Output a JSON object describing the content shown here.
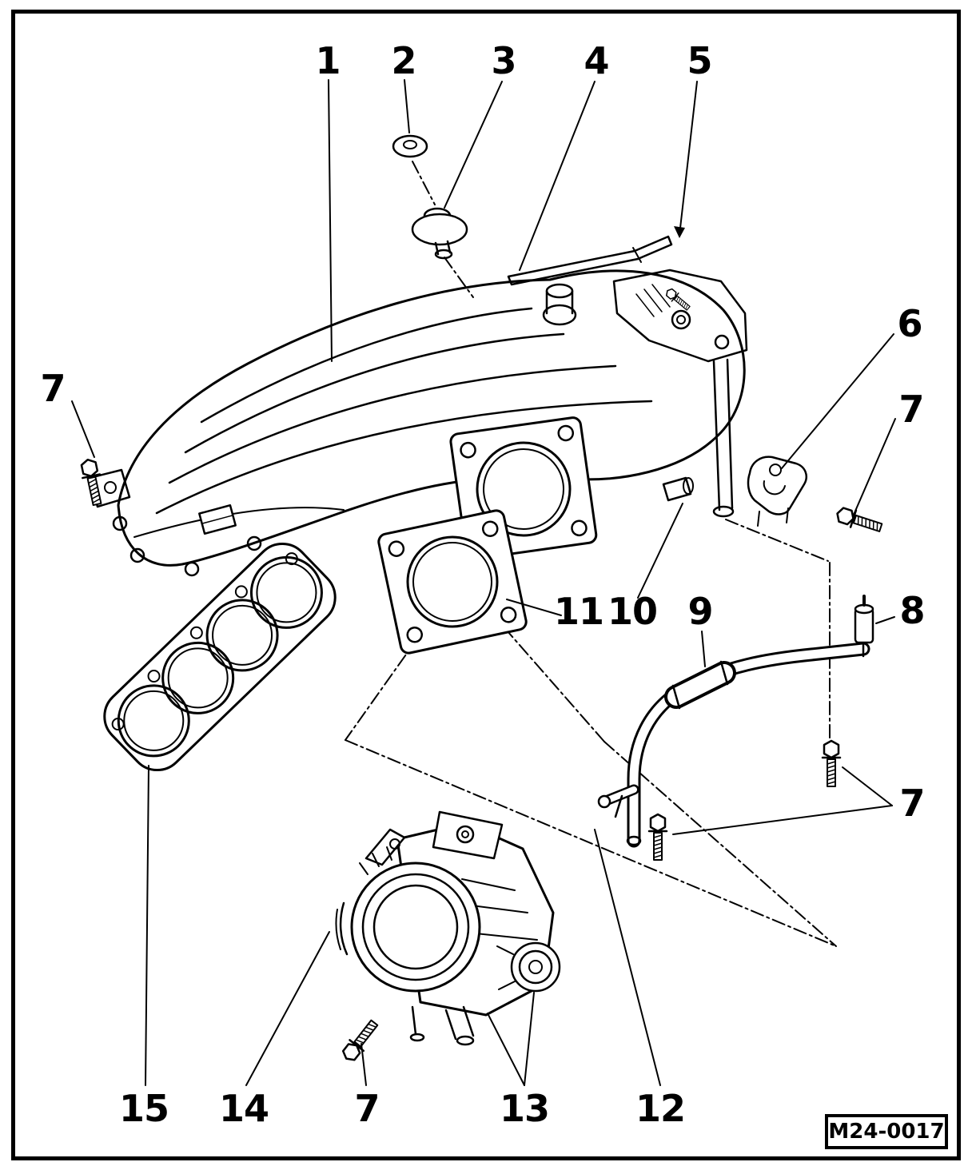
{
  "figure": {
    "id_label": "M24-0017"
  },
  "callouts": [
    {
      "label": "1"
    },
    {
      "label": "2"
    },
    {
      "label": "3"
    },
    {
      "label": "4"
    },
    {
      "label": "5"
    },
    {
      "label": "6"
    },
    {
      "label": "7"
    },
    {
      "label": "7"
    },
    {
      "label": "8"
    },
    {
      "label": "11"
    },
    {
      "label": "10"
    },
    {
      "label": "9"
    },
    {
      "label": "7"
    },
    {
      "label": "15"
    },
    {
      "label": "14"
    },
    {
      "label": "7"
    },
    {
      "label": "13"
    },
    {
      "label": "12"
    }
  ]
}
